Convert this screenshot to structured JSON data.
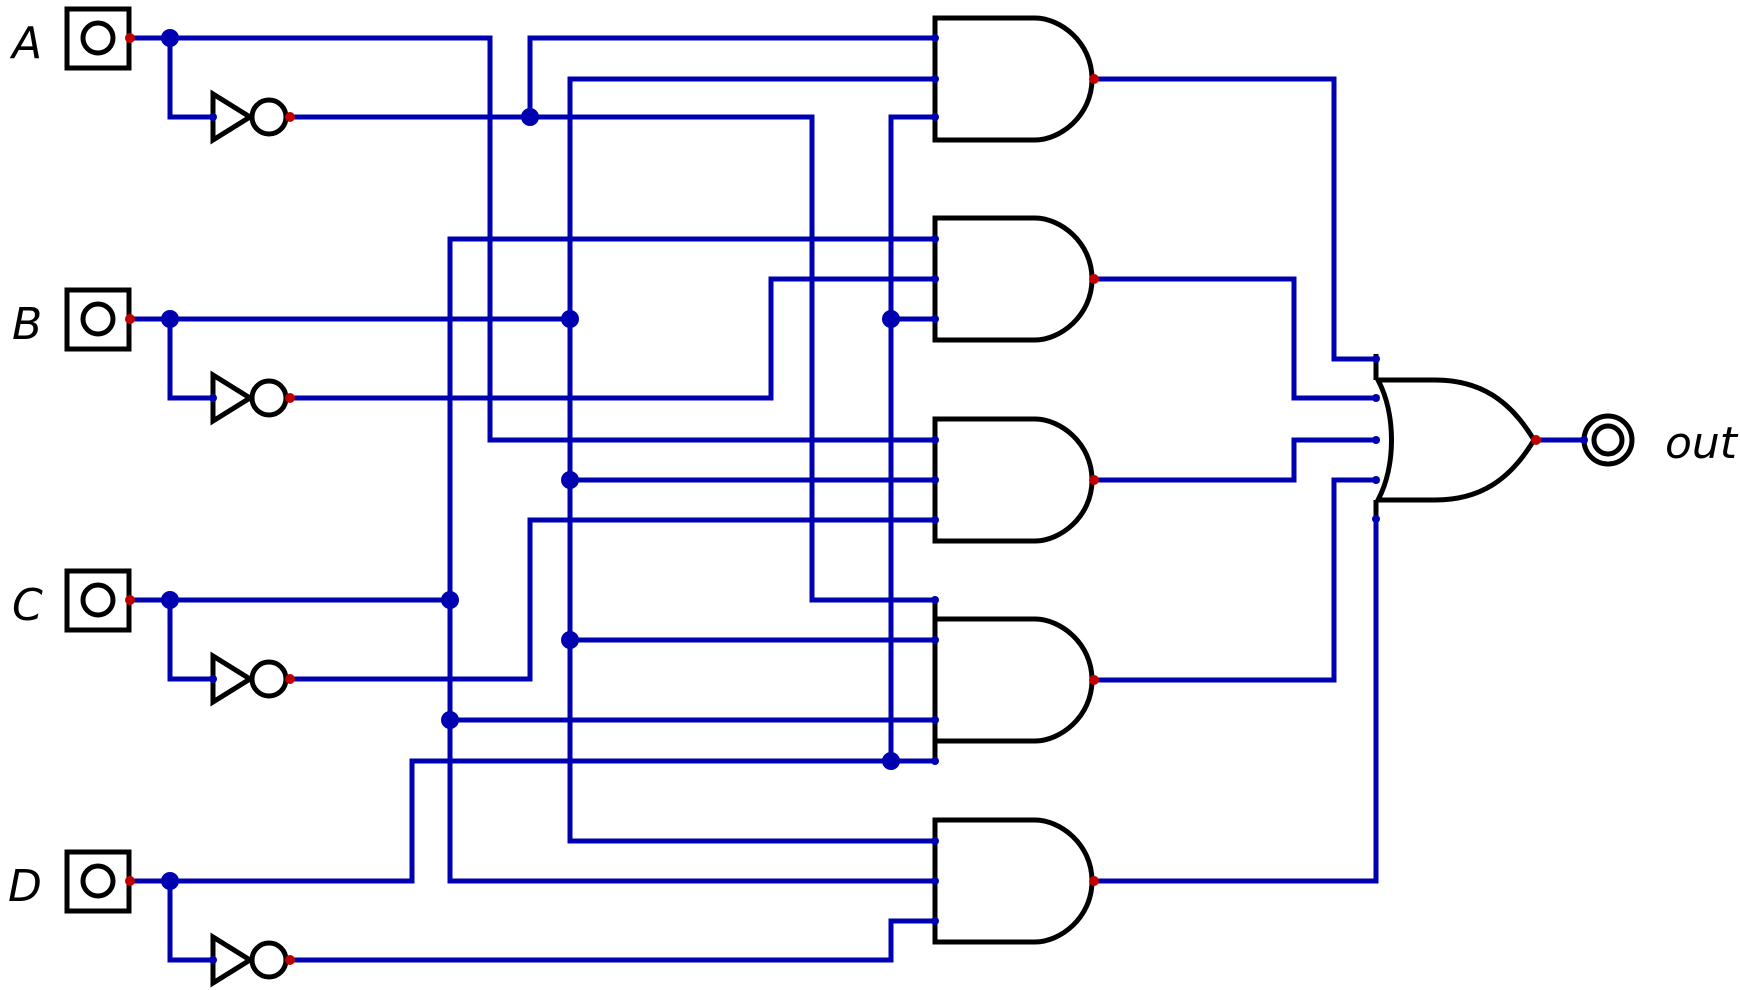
{
  "inputs": [
    {
      "name": "A"
    },
    {
      "name": "B"
    },
    {
      "name": "C"
    },
    {
      "name": "D"
    }
  ],
  "output": {
    "name": "out"
  },
  "colors": {
    "wire": "#0000b3",
    "gate_stroke": "#000000",
    "output_pin": "#c00000",
    "input_pin": "#0000b3"
  }
}
